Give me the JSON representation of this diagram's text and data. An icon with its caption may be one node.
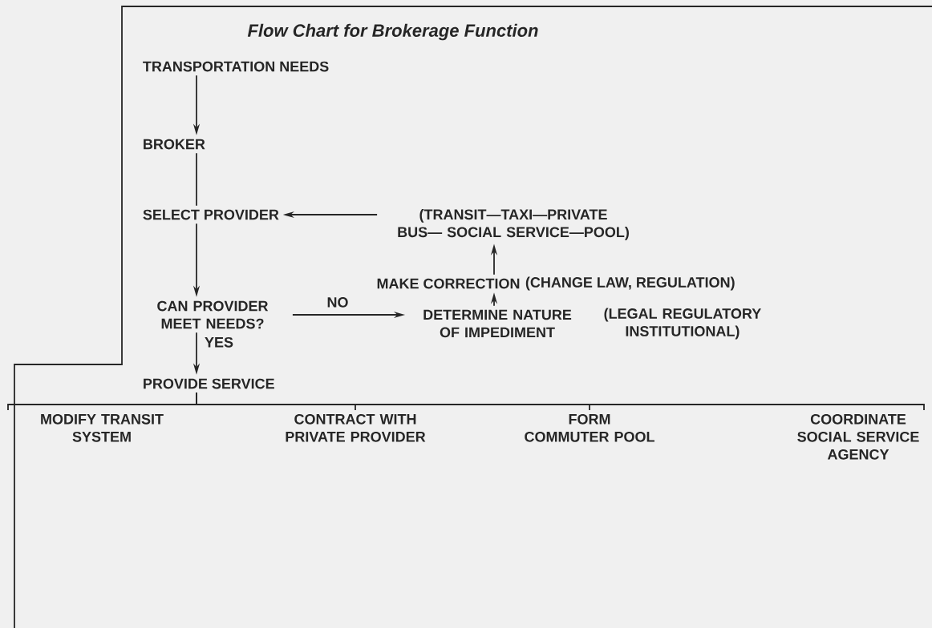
{
  "diagram": {
    "title": "Flow Chart for Brokerage Function",
    "nodes": [
      {
        "text": [
          "TRANSPORTATION NEEDS"
        ]
      },
      {
        "text": [
          "BROKER"
        ]
      },
      {
        "text": [
          "SELECT PROVIDER"
        ]
      },
      {
        "text": [
          "(TRANSIT—TAXI—PRIVATE BUS— SOCIAL SERVICE—POOL)"
        ]
      },
      {
        "text": [
          "MAKE CORRECTION"
        ],
        "beside": [
          "(CHANGE LAW, REGULATION)"
        ]
      },
      {
        "text": [
          "CAN PROVIDER MEET NEEDS?"
        ]
      },
      {
        "text": [
          "DETERMINE NATURE OF IMPEDIMENT"
        ],
        "beside": [
          "(LEGAL REGULATORY INSTITUTIONAL)"
        ]
      },
      {
        "text": [
          "PROVIDE SERVICE"
        ]
      },
      {
        "text": [
          "MODIFY TRANSIT SYSTEM"
        ]
      },
      {
        "text": [
          "CONTRACT WITH PRIVATE PROVIDER"
        ]
      },
      {
        "text": [
          "FORM COMMUTER POOL"
        ]
      },
      {
        "text": [
          "COORDINATE SOCIAL SERVICE AGENCY"
        ]
      }
    ],
    "edges": [
      {
        "from": 0,
        "to": 1,
        "arrow": "to"
      },
      {
        "from": 1,
        "to": 2,
        "arrow": "none"
      },
      {
        "from": 3,
        "to": 2,
        "arrow": "to"
      },
      {
        "from": 2,
        "to": 5,
        "arrow": "to"
      },
      {
        "from": 5,
        "to": 6,
        "arrow": "to",
        "label": "NO"
      },
      {
        "from": 6,
        "to": 4,
        "arrow": "to"
      },
      {
        "from": 4,
        "to": 3,
        "arrow": "to"
      },
      {
        "from": 5,
        "to": 7,
        "arrow": "to",
        "label": "YES"
      },
      {
        "from": 7,
        "to": 8,
        "arrow": "none"
      },
      {
        "from": 7,
        "to": 9,
        "arrow": "none"
      },
      {
        "from": 7,
        "to": 10,
        "arrow": "none"
      },
      {
        "from": 7,
        "to": 11,
        "arrow": "none"
      }
    ]
  }
}
